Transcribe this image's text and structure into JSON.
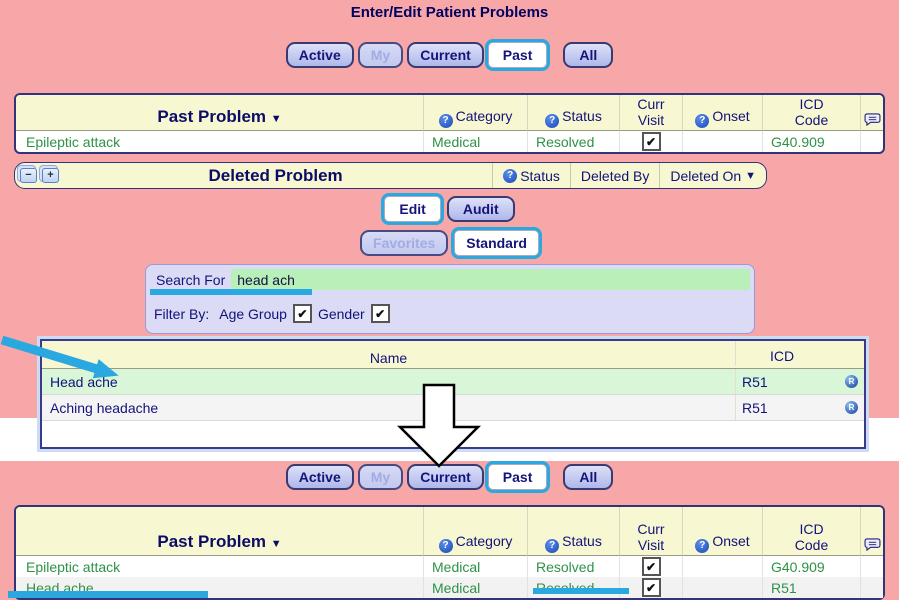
{
  "title": "Enter/Edit Patient Problems",
  "colors": {
    "background_pink": "#F7A7A7",
    "header_yellow": "#F7F7D2",
    "navy_text": "#0C0C66",
    "green_text": "#2E9245",
    "accent_cyan": "#29A9E0",
    "highlight_green_row": "#D9F6D9",
    "search_field_green": "#B9EFB9",
    "panel_lavender": "#DBDBF5"
  },
  "icons": {
    "question": "?",
    "sort_down": "▼",
    "collapse": "−",
    "expand": "+",
    "checkmark": "✔",
    "reference": "R"
  },
  "filter_buttons": {
    "active": "Active",
    "my": "My",
    "current": "Current",
    "past": "Past",
    "all": "All"
  },
  "past_problems": {
    "table_title": "Past Problem",
    "columns": {
      "category": "Category",
      "status": "Status",
      "curr_line1": "Curr",
      "curr_line2": "Visit",
      "onset": "Onset",
      "icd_line1": "ICD",
      "icd_line2": "Code"
    },
    "rows": [
      {
        "problem": "Epileptic attack",
        "category": "Medical",
        "status": "Resolved",
        "onset": "",
        "icd": "G40.909"
      },
      {
        "problem": "Head ache",
        "category": "Medical",
        "status": "Resolved",
        "onset": "",
        "icd": "R51"
      }
    ]
  },
  "deleted_bar": {
    "title": "Deleted Problem",
    "col_status": "Status",
    "col_deleted_by": "Deleted By",
    "col_deleted_on": "Deleted On"
  },
  "buttons": {
    "edit": "Edit",
    "audit": "Audit",
    "favorites": "Favorites",
    "standard": "Standard"
  },
  "search": {
    "label": "Search For",
    "value": "head ach",
    "filter_label": "Filter By:",
    "age_group_label": "Age Group",
    "gender_label": "Gender"
  },
  "results": {
    "col_name": "Name",
    "col_icd": "ICD",
    "rows": [
      {
        "name": "Head ache",
        "icd": "R51"
      },
      {
        "name": "Aching headache",
        "icd": "R51"
      }
    ]
  }
}
